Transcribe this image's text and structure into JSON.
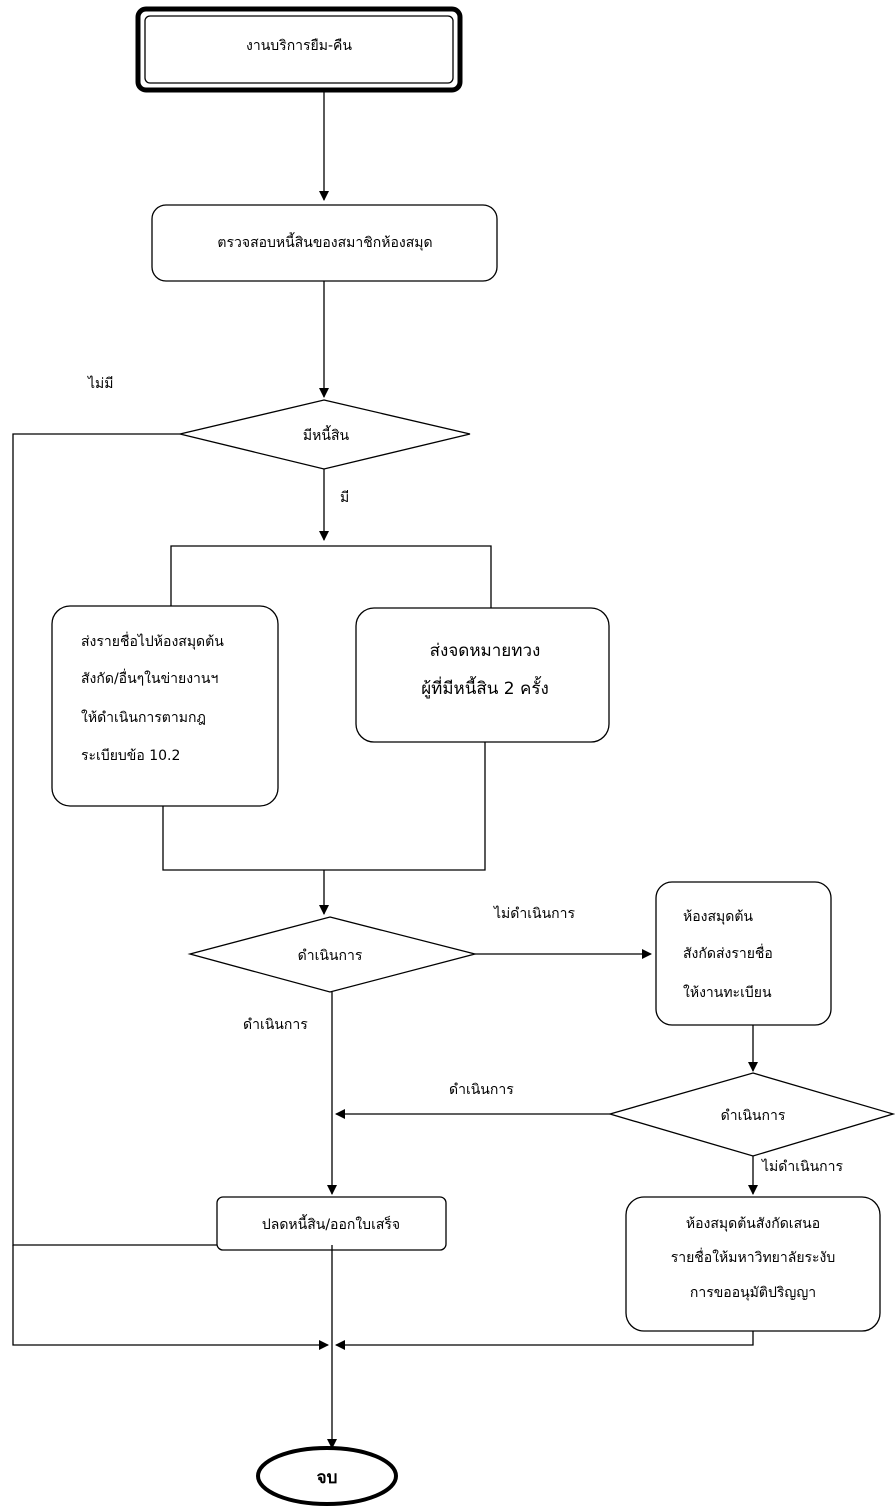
{
  "flowchart": {
    "start": "งานบริการยืม-คืน",
    "check_debt": "ตรวจสอบหนี้สินของสมาชิกห้องสมุด",
    "has_debt_decision": "มีหนี้สิน",
    "label_no": "ไม่มี",
    "label_yes": "มี",
    "send_names_lines": [
      "ส่งรายชื่อไปห้องสมุดต้น",
      "สังกัด/อื่นๆในข่ายงานฯ",
      "ให้ดำเนินการตามกฎ",
      "ระเบียบข้อ 10.2"
    ],
    "send_letter_lines": [
      "ส่งจดหมายทวง",
      "ผู้ที่มีหนี้สิน 2 ครั้ง"
    ],
    "action_decision": "ดำเนินการ",
    "label_not_action": "ไม่ดำเนินการ",
    "label_action": "ดำเนินการ",
    "registrar_lines": [
      "ห้องสมุดต้น",
      "สังกัดส่งรายชื่อ",
      "ให้งานทะเบียน"
    ],
    "action_decision_2": "ดำเนินการ",
    "label_action_2": "ดำเนินการ",
    "label_not_action_2": "ไม่ดำเนินการ",
    "clear_debt": "ปลดหนี้สิน/ออกใบเสร็จ",
    "propose_lines": [
      "ห้องสมุดต้นสังกัดเสนอ",
      "รายชื่อให้มหาวิทยาลัยระงับ",
      "การขออนุมัติปริญญา"
    ],
    "end": "จบ"
  }
}
